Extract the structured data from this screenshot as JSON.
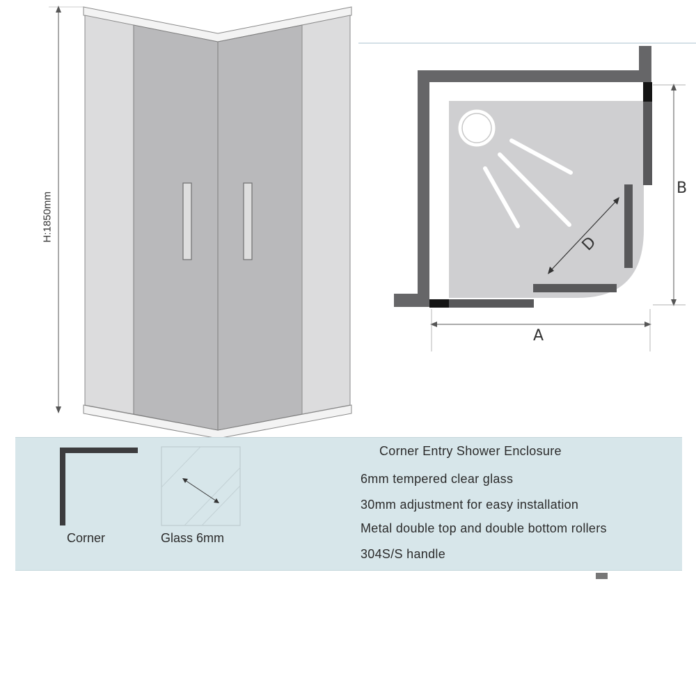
{
  "front_view": {
    "height_label": "H:1850mm"
  },
  "plan_view": {
    "label_a": "A",
    "label_b": "B",
    "label_d": "D"
  },
  "legend": {
    "corner_label": "Corner",
    "glass_label": "Glass 6mm"
  },
  "specs": {
    "title": "Corner Entry Shower Enclosure",
    "lines": [
      "6mm tempered clear glass",
      "30mm adjustment for easy installation",
      "Metal double top and double bottom rollers",
      "304S/S handle"
    ]
  },
  "colors": {
    "glass_dark": "#b8b8ba",
    "glass_light": "#dcdcdd",
    "frame": "#636365",
    "panel_bg": "#d7e6ea",
    "tray": "#cfcfd1"
  }
}
